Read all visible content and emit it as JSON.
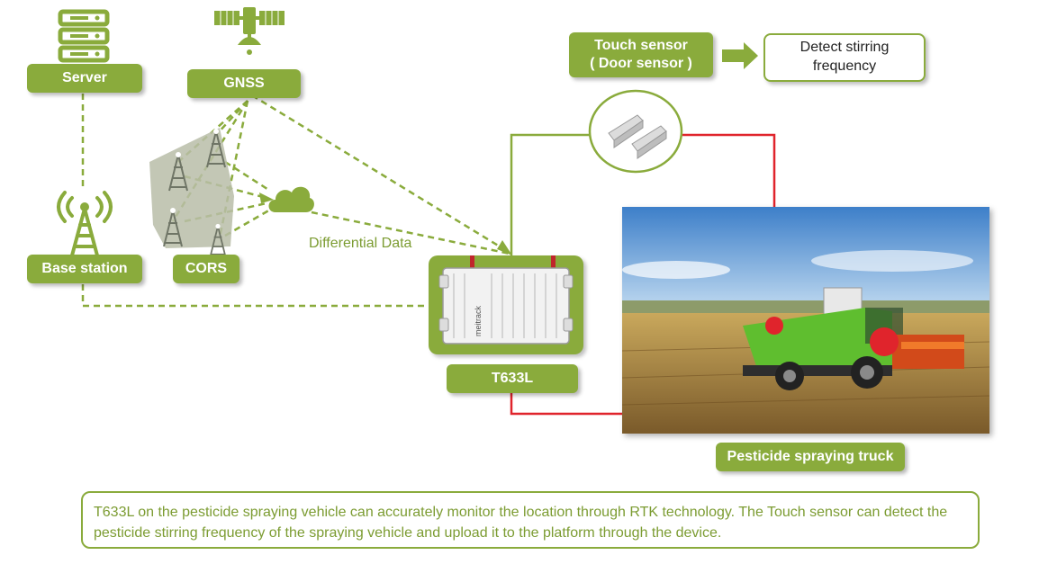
{
  "diagram": {
    "server_label": "Server",
    "gnss_label": "GNSS",
    "base_station_label": "Base station",
    "cors_label": "CORS",
    "differential_data_label": "Differential Data",
    "device_label": "T633L",
    "device_brand": "meitrack",
    "touch_sensor_label_line1": "Touch sensor",
    "touch_sensor_label_line2": "( Door sensor )",
    "detect_label_line1": "Detect stirring",
    "detect_label_line2": "frequency",
    "truck_label": "Pesticide spraying truck",
    "caption": "T633L on the pesticide spraying vehicle can accurately monitor the location through RTK technology. The Touch sensor can detect the pesticide stirring frequency of the spraying vehicle and upload it to the platform through the device."
  },
  "colors": {
    "accent_green": "#8aab3c",
    "text_green": "#7c9c32",
    "wire_red": "#e0242c"
  }
}
